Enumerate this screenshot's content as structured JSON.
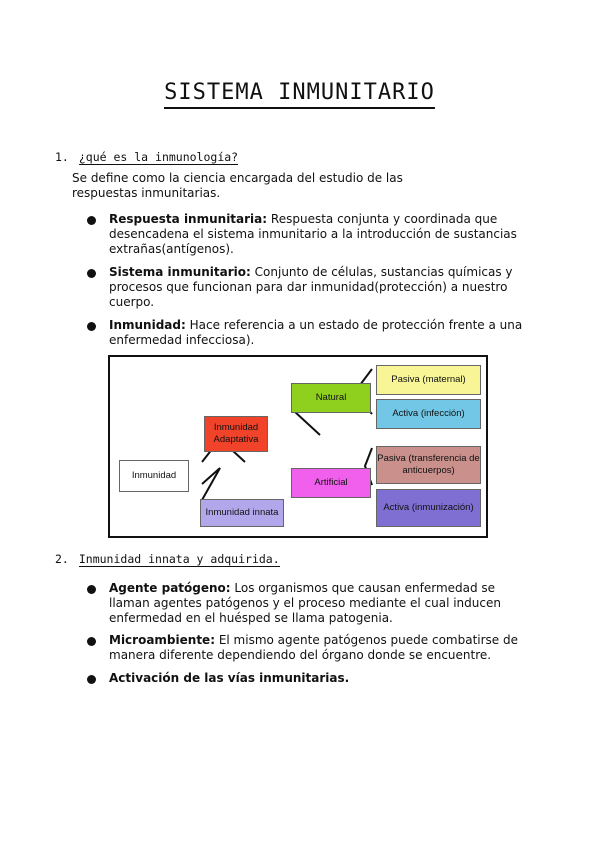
{
  "title": "SISTEMA INMUNITARIO",
  "sections": [
    {
      "number": "1.",
      "heading": "¿qué es la inmunología?",
      "intro": "Se define como la ciencia encargada del estudio de las respuestas inmunitarias.",
      "bullets": [
        {
          "term": "Respuesta inmunitaria:",
          "text": "Respuesta conjunta y coordinada que desencadena el sistema inmunitario a la introducción de sustancias extrañas(antígenos)."
        },
        {
          "term": "Sistema inmunitario:",
          "text": "Conjunto de células, sustancias químicas y procesos que funcionan para dar inmunidad(protección) a nuestro cuerpo."
        },
        {
          "term": "Inmunidad:",
          "text": "Hace referencia a un estado de protección frente a una enfermedad infecciosa)."
        }
      ]
    },
    {
      "number": "2.",
      "heading": "Inmunidad innata y adquirida.",
      "bullets": [
        {
          "term": "Agente patógeno:",
          "text": "Los organismos que causan enfermedad se llaman agentes patógenos y el proceso mediante el cual inducen enfermedad en el huésped se llama patogenia."
        },
        {
          "term": "Microambiente:",
          "text": " El mismo agente patógenos puede combatirse de manera diferente dependiendo del órgano donde se encuentre."
        },
        {
          "term": "Activación de las vías inmunitarias.",
          "text": ""
        }
      ]
    }
  ],
  "diagram": {
    "inmunidad": "Inmunidad",
    "adaptativa": "Inmunidad Adaptativa",
    "innata": "Inmunidad innata",
    "natural": "Natural",
    "artificial": "Artificial",
    "pasiva_maternal": "Pasiva (maternal)",
    "activa_infeccion": "Activa (infección)",
    "pasiva_transferencia": "Pasiva (transferencia de anticuerpos)",
    "activa_inmunizacion": "Activa (inmunización)",
    "colors": {
      "adaptativa": "#f0432a",
      "innata": "#b3a7ec",
      "natural": "#8fd01e",
      "artificial": "#f060ec",
      "pasiva_maternal": "#f7f595",
      "activa_infeccion": "#72c7e6",
      "pasiva_transferencia": "#c9908c",
      "activa_inmunizacion": "#7f6fd2"
    }
  }
}
